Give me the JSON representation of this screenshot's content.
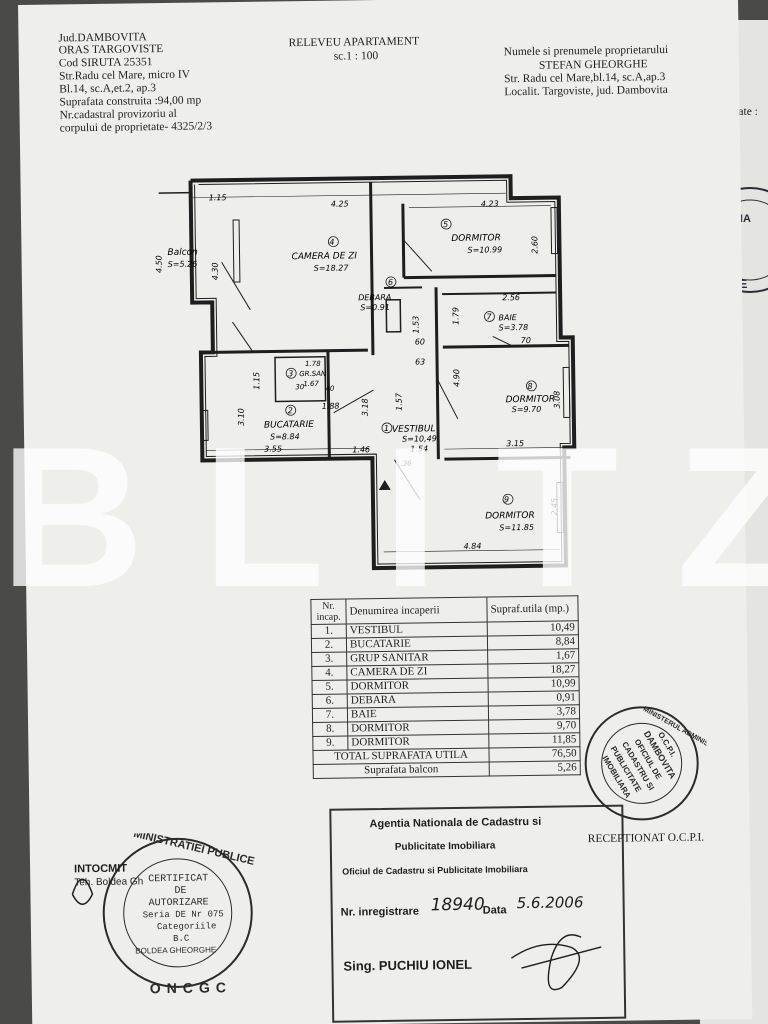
{
  "header_left": {
    "lines": [
      "Jud.DAMBOVITA",
      "ORAS TARGOVISTE",
      "Cod SIRUTA 25351",
      "Str.Radu cel Mare, micro IV",
      "Bl.14, sc.A,et.2, ap.3",
      "Suprafata construita :94,00 mp",
      "Nr.cadastral provizoriu al",
      "corpului de proprietate- 4325/2/3"
    ]
  },
  "header_center": {
    "title": "RELEVEU APARTAMENT",
    "scale": "sc.1 : 100"
  },
  "header_right": {
    "lines": [
      "Numele si prenumele proprietarului",
      "STEFAN GHEORGHE",
      "Str. Radu cel Mare,bl.14, sc.A,ap.3",
      "Localit. Targoviste, jud. Dambovita"
    ]
  },
  "side_text": "proprietate :",
  "watermark": "BLITZ",
  "plan": {
    "dims": [
      "1.15",
      "4.25",
      "4.23",
      "4.50",
      "4.30",
      "2.60",
      "2.56",
      "1.53",
      "1.79",
      "60",
      "63",
      "70",
      "4.90",
      "1.15",
      "3.10",
      "1.88",
      "3.18",
      "1.57",
      "3.08",
      "3.55",
      "1.46",
      "1.54",
      "3.15",
      "2.45",
      "4.84",
      "1.78",
      "30",
      "40",
      ".36"
    ],
    "rooms": [
      {
        "num": "1",
        "name": "VESTIBUL",
        "area": "S=10,49"
      },
      {
        "num": "2",
        "name": "BUCATARIE",
        "area": "S=8.84"
      },
      {
        "num": "3",
        "name": "GR.SAN",
        "area": "1.67"
      },
      {
        "num": "4",
        "name": "CAMERA DE ZI",
        "area": "S=18.27"
      },
      {
        "num": "5",
        "name": "DORMITOR",
        "area": "S=10.99"
      },
      {
        "num": "6",
        "name": "DEBARA",
        "area": "S=0.91"
      },
      {
        "num": "7",
        "name": "BAIE",
        "area": "S=3.78"
      },
      {
        "num": "8",
        "name": "DORMITOR",
        "area": "S=9.70"
      },
      {
        "num": "9",
        "name": "DORMITOR",
        "area": "S=11.85"
      }
    ],
    "balcon": {
      "name": "Balcon",
      "area": "S=5.26"
    }
  },
  "table": {
    "headers": [
      "Nr. incap.",
      "Denumirea incaperii",
      "Supraf.utila (mp.)"
    ],
    "rows": [
      [
        "1.",
        "VESTIBUL",
        "10,49"
      ],
      [
        "2.",
        "BUCATARIE",
        "8,84"
      ],
      [
        "3.",
        "GRUP SANITAR",
        "1,67"
      ],
      [
        "4.",
        "CAMERA DE ZI",
        "18,27"
      ],
      [
        "5.",
        "DORMITOR",
        "10,99"
      ],
      [
        "6.",
        "DEBARA",
        "0,91"
      ],
      [
        "7.",
        "BAIE",
        "3,78"
      ],
      [
        "8.",
        "DORMITOR",
        "9,70"
      ],
      [
        "9.",
        "DORMITOR",
        "11,85"
      ]
    ],
    "total_label": "TOTAL SUPRAFATA UTILA",
    "total_value": "76,50",
    "balcon_label": "Suprafata balcon",
    "balcon_value": "5,26"
  },
  "stamp_left": {
    "intocmit": "INTOCMIT",
    "tehn": "Teh. Boldea Gh",
    "ring": "MINISTRATIEI PUBLICE",
    "lines": [
      "CERTIFICAT",
      "DE",
      "AUTORIZARE",
      "Seria DE Nr 075",
      "Categoriile",
      "B.C",
      "BOLDEA GHEORGHE"
    ],
    "bottom": "ONCGC"
  },
  "stamp_registry": {
    "l1": "Agentia Nationala de Cadastru si",
    "l2": "Publicitate Imobiliara",
    "l3": "Oficiul de Cadastru si Publicitate Imobiliara",
    "reg_label": "Nr. inregistrare",
    "reg_value": "18940",
    "date_label": "Data",
    "date_value": "5.6.2006",
    "sign_label": "Sing. PUCHIU IONEL"
  },
  "receptionat": "RECEPTIONAT O.C.P.I.",
  "stamp_right": {
    "ring": "MINISTERUL ADMINISTRATIEI SI INTERNELOR",
    "lines": [
      "O.C.P.I.",
      "DAMBOVITA",
      "OFICIUL DE",
      "CADASTRU SI",
      "PUBLICITATE",
      "IMOBILIARA"
    ]
  },
  "stamp_edge": {
    "lines": [
      "ANIA",
      "STE"
    ]
  },
  "colors": {
    "paper": "#eeeeea",
    "ink": "#1e1e1e",
    "stamp_ink": "#2a2a2a"
  }
}
